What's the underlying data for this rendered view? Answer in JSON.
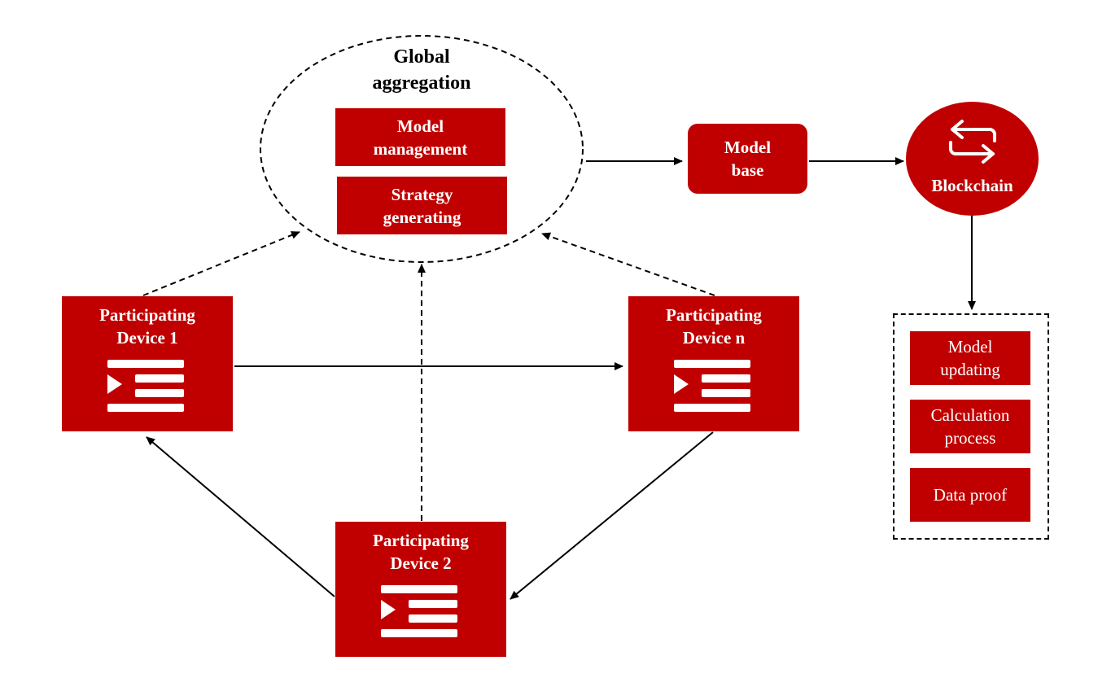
{
  "global_aggregation": {
    "title_line1": "Global",
    "title_line2": "aggregation",
    "model_management_line1": "Model",
    "model_management_line2": "management",
    "strategy_line1": "Strategy",
    "strategy_line2": "generating"
  },
  "model_base": {
    "line1": "Model",
    "line2": "base"
  },
  "blockchain": {
    "label": "Blockchain",
    "icon": "refresh-arrows-icon"
  },
  "blockchain_functions": {
    "model_updating_line1": "Model",
    "model_updating_line2": "updating",
    "calculation_line1": "Calculation",
    "calculation_line2": "process",
    "data_proof": "Data proof"
  },
  "devices": {
    "device1": {
      "line1": "Participating",
      "line2": "Device 1",
      "icon": "list-play-icon"
    },
    "device2": {
      "line1": "Participating",
      "line2": "Device 2",
      "icon": "list-play-icon"
    },
    "devicen": {
      "line1": "Participating",
      "line2": "Device n",
      "icon": "list-play-icon"
    }
  },
  "colors": {
    "accent": "#c00000",
    "text_on_accent": "#ffffff",
    "line": "#000000"
  }
}
